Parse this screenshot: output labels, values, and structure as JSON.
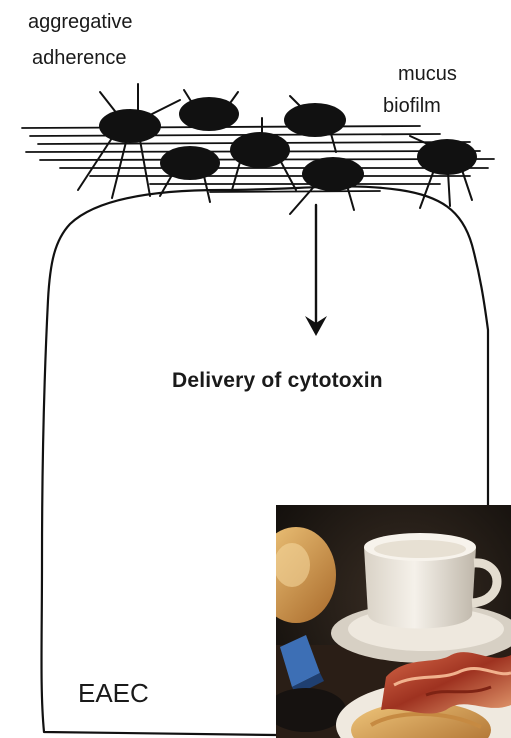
{
  "labels": {
    "aggregative": "aggregative",
    "adherence": "adherence",
    "mucus": "mucus",
    "biofilm": "biofilm",
    "delivery": "Delivery of cytotoxin",
    "organism": "EAEC"
  },
  "photo": {
    "subject": "breakfast-with-coffee-cup-and-bacon"
  },
  "colors": {
    "ink": "#111111",
    "background": "#ffffff",
    "cup": "#efe9e0",
    "bacon": "#b8472c",
    "croissant": "#d8a55a",
    "blue_box": "#3d6fb5"
  }
}
